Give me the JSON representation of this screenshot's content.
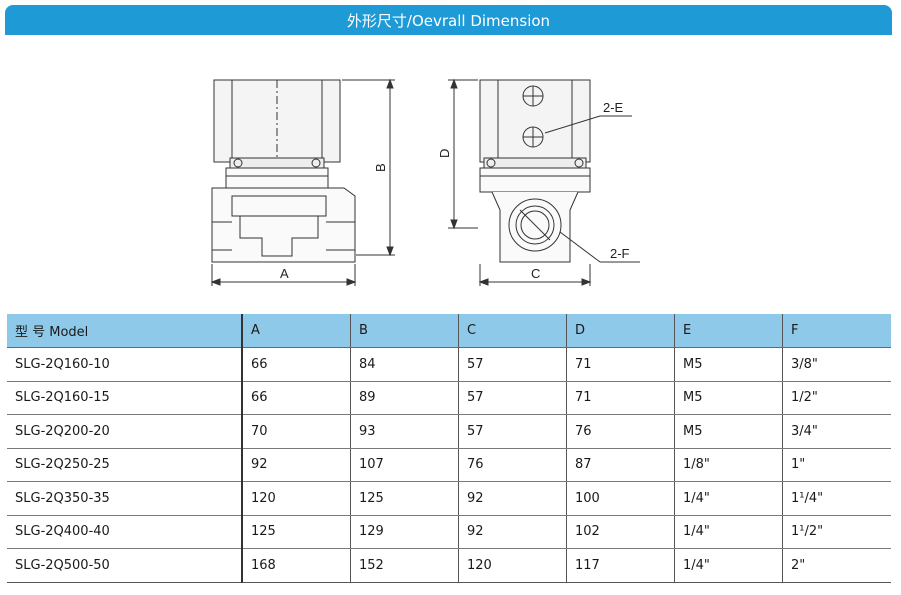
{
  "title": "外形尺寸/Oevrall Dimension",
  "drawing": {
    "front_labels": {
      "width": "A",
      "height": "B"
    },
    "side_labels": {
      "height": "D",
      "width": "C",
      "port_top": "2-E",
      "port_bottom": "2-F"
    }
  },
  "table": {
    "headers": [
      "型 号 Model",
      "A",
      "B",
      "C",
      "D",
      "E",
      "F"
    ],
    "rows": [
      [
        "SLG-2Q160-10",
        "66",
        "84",
        "57",
        "71",
        "M5",
        "3/8\""
      ],
      [
        "SLG-2Q160-15",
        "66",
        "89",
        "57",
        "71",
        "M5",
        "1/2\""
      ],
      [
        "SLG-2Q200-20",
        "70",
        "93",
        "57",
        "76",
        "M5",
        "3/4\""
      ],
      [
        "SLG-2Q250-25",
        "92",
        "107",
        "76",
        "87",
        "1/8\"",
        "1\""
      ],
      [
        "SLG-2Q350-35",
        "120",
        "125",
        "92",
        "100",
        "1/4\"",
        "1¹/4\""
      ],
      [
        "SLG-2Q400-40",
        "125",
        "129",
        "92",
        "102",
        "1/4\"",
        "1¹/2\""
      ],
      [
        "SLG-2Q500-50",
        "168",
        "152",
        "120",
        "117",
        "1/4\"",
        "2\""
      ]
    ]
  },
  "colors": {
    "title_bar": "#1e9ad6",
    "header_row": "#8ec9ea"
  }
}
